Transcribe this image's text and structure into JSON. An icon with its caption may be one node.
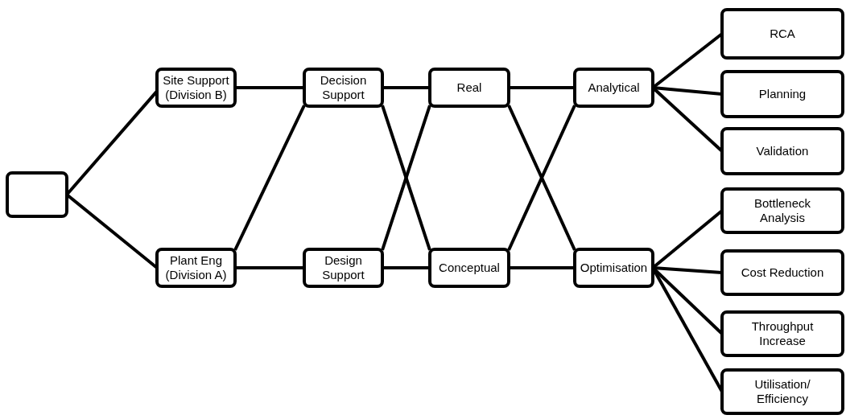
{
  "diagram": {
    "nodes": [
      {
        "text": [],
        "shape": "box"
      },
      {
        "text": [
          "Site Support (Division B)"
        ]
      },
      {
        "text": [
          "Plant Eng (Division A)"
        ]
      },
      {
        "text": [
          "Decision Support"
        ]
      },
      {
        "text": [
          "Design Support"
        ]
      },
      {
        "text": [
          "Real"
        ]
      },
      {
        "text": [
          "Conceptual"
        ]
      },
      {
        "text": [
          "Analytical"
        ]
      },
      {
        "text": [
          "Optimisation"
        ]
      },
      {
        "text": [
          "RCA"
        ]
      },
      {
        "text": [
          "Planning"
        ]
      },
      {
        "text": [
          "Validation"
        ]
      },
      {
        "text": [
          "Bottleneck Analysis"
        ]
      },
      {
        "text": [
          "Cost Reduction"
        ]
      },
      {
        "text": [
          "Throughput Increase"
        ]
      },
      {
        "text": [
          "Utilisation/ Efficiency"
        ]
      }
    ],
    "edges": [
      {
        "from": 0,
        "to": 1,
        "arrow": "none"
      },
      {
        "from": 0,
        "to": 2,
        "arrow": "none"
      },
      {
        "from": 1,
        "to": 3,
        "arrow": "none"
      },
      {
        "from": 2,
        "to": 3,
        "arrow": "none"
      },
      {
        "from": 2,
        "to": 4,
        "arrow": "none"
      },
      {
        "from": 3,
        "to": 5,
        "arrow": "none"
      },
      {
        "from": 3,
        "to": 6,
        "arrow": "none"
      },
      {
        "from": 4,
        "to": 5,
        "arrow": "none"
      },
      {
        "from": 4,
        "to": 6,
        "arrow": "none"
      },
      {
        "from": 5,
        "to": 7,
        "arrow": "none"
      },
      {
        "from": 5,
        "to": 8,
        "arrow": "none"
      },
      {
        "from": 6,
        "to": 7,
        "arrow": "none"
      },
      {
        "from": 6,
        "to": 8,
        "arrow": "none"
      },
      {
        "from": 7,
        "to": 9,
        "arrow": "none"
      },
      {
        "from": 7,
        "to": 10,
        "arrow": "none"
      },
      {
        "from": 7,
        "to": 11,
        "arrow": "none"
      },
      {
        "from": 8,
        "to": 12,
        "arrow": "none"
      },
      {
        "from": 8,
        "to": 13,
        "arrow": "none"
      },
      {
        "from": 8,
        "to": 14,
        "arrow": "none"
      },
      {
        "from": 8,
        "to": 15,
        "arrow": "none"
      }
    ]
  }
}
